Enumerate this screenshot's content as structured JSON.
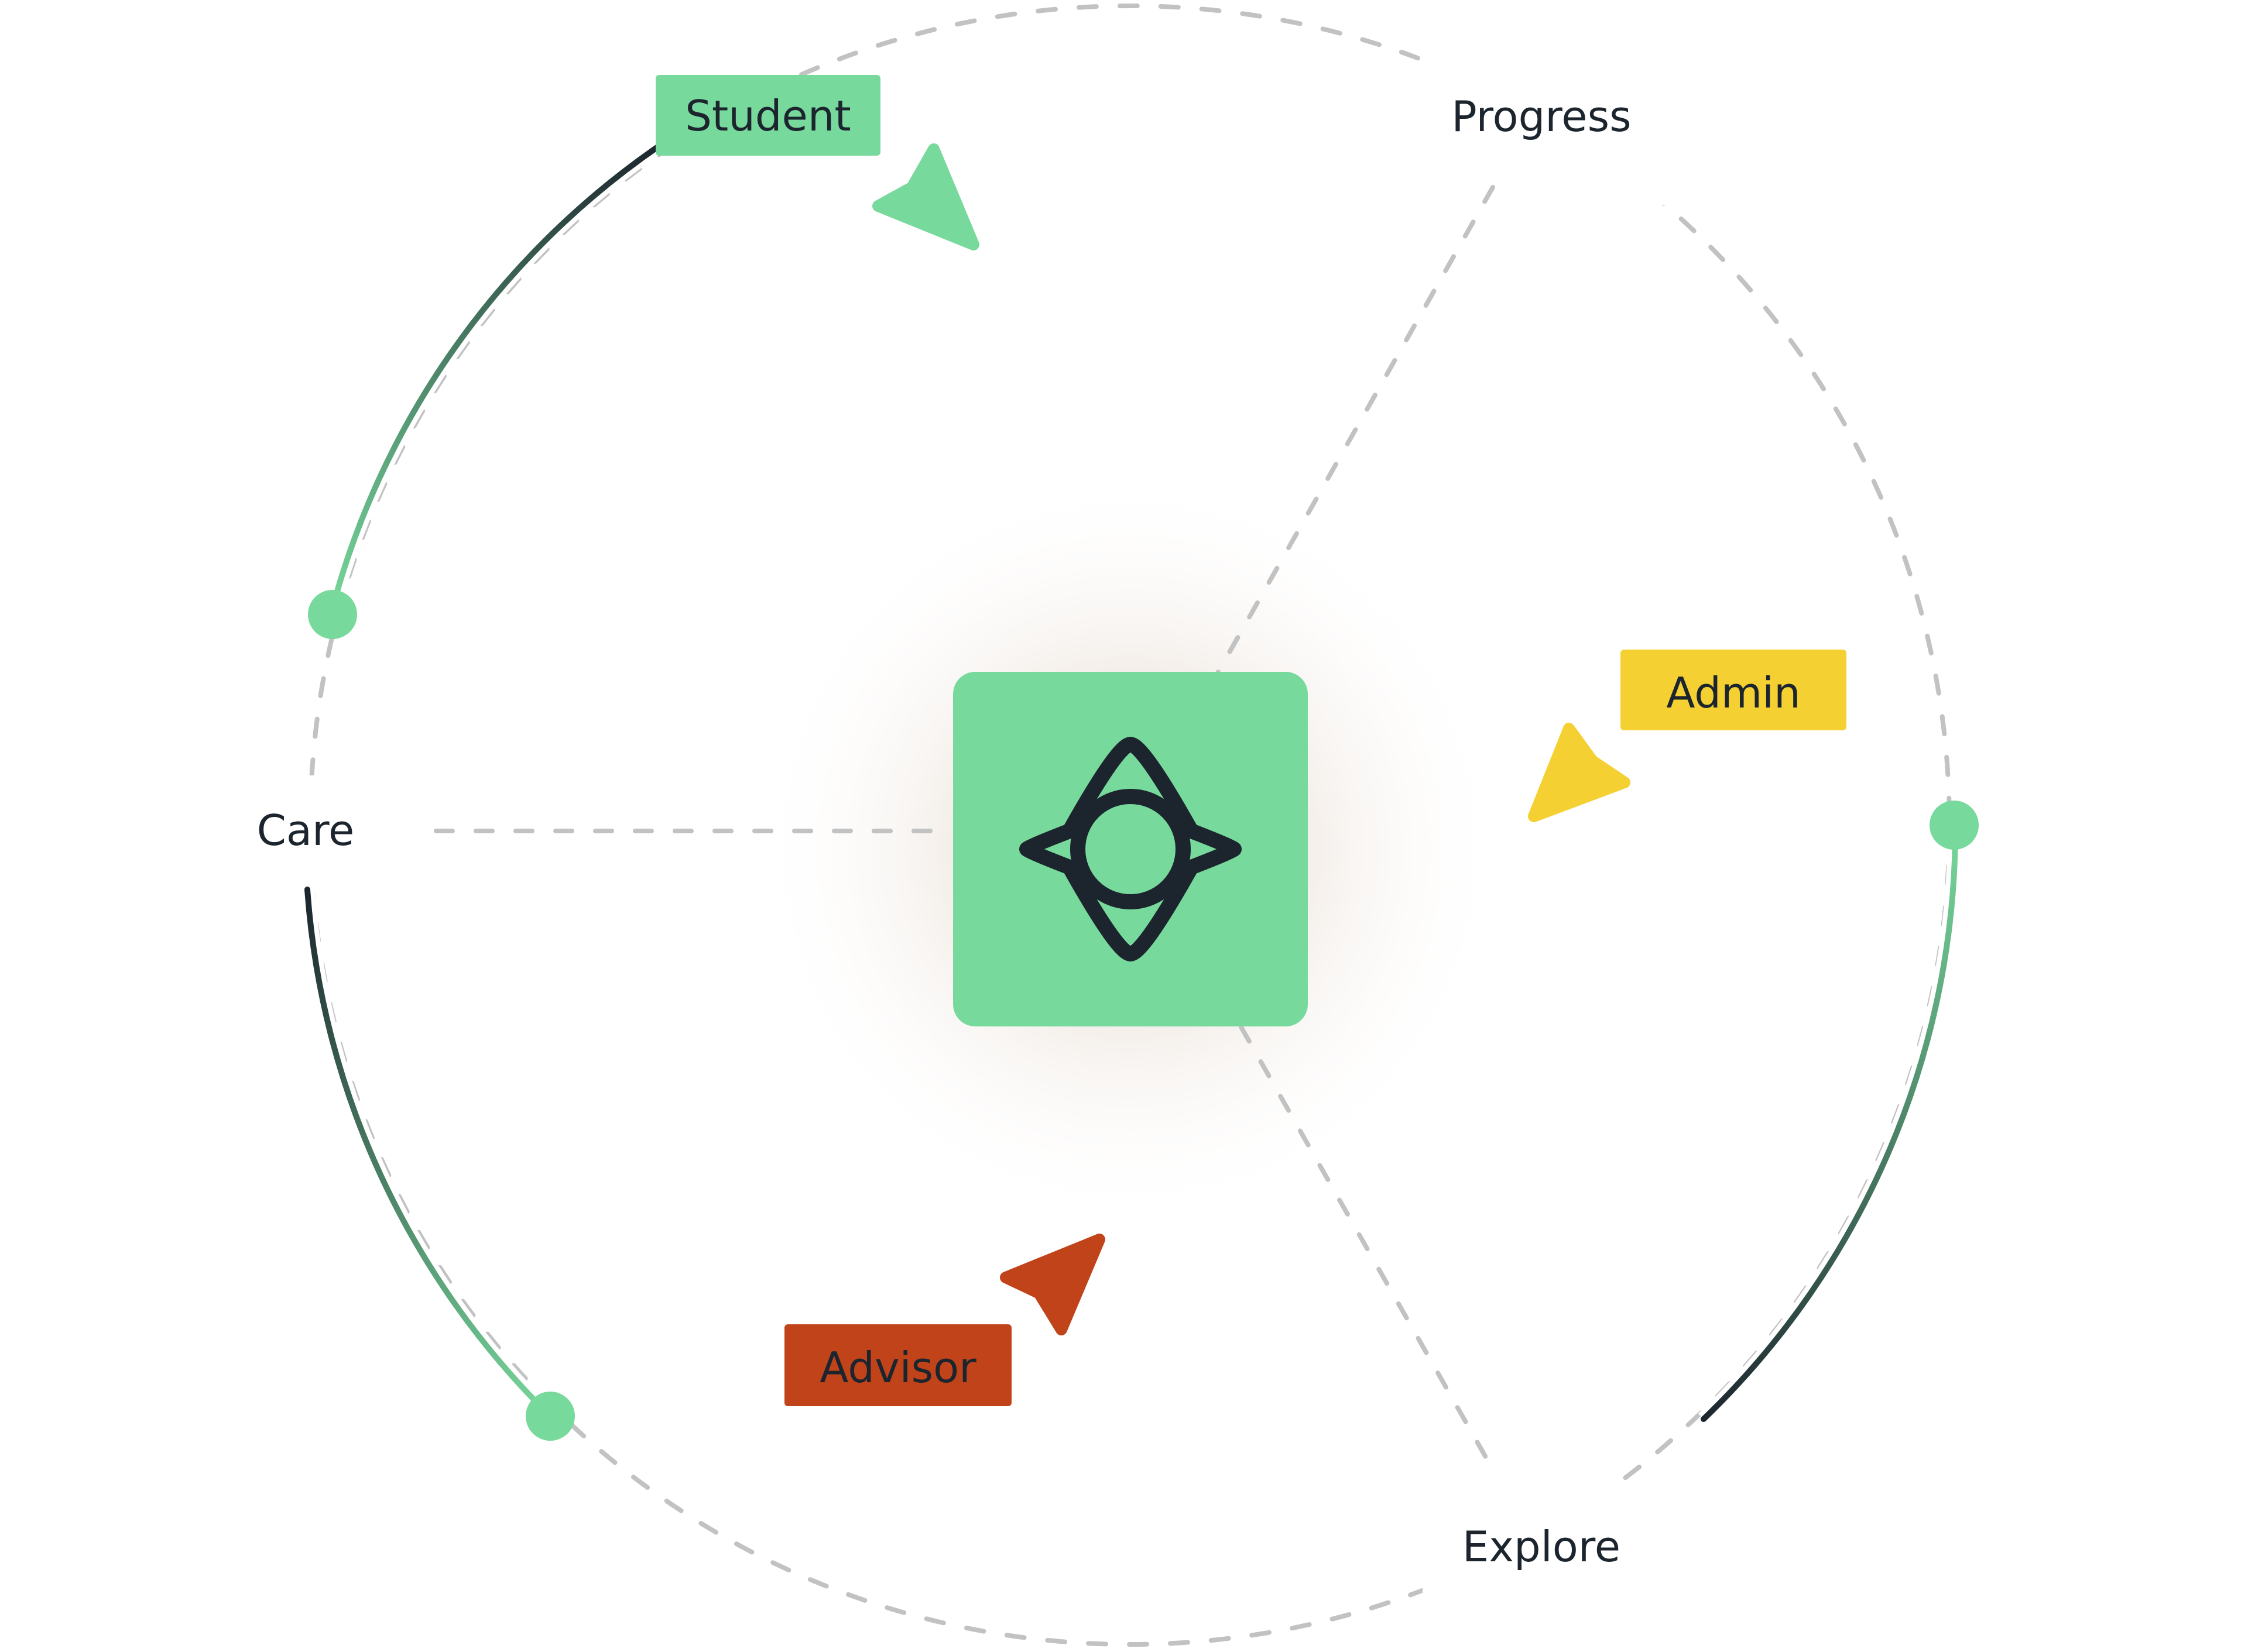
{
  "diagram": {
    "center_tile": {
      "icon": "four-point-star-ring-icon"
    },
    "segments": [
      {
        "label": "Progress"
      },
      {
        "label": "Care"
      },
      {
        "label": "Explore"
      }
    ],
    "roles": [
      {
        "label": "Student",
        "color": "#78D99C",
        "pointer": "arrow-pointer-icon"
      },
      {
        "label": "Admin",
        "color": "#F5D033",
        "pointer": "arrow-pointer-icon"
      },
      {
        "label": "Advisor",
        "color": "#C1431A",
        "pointer": "arrow-pointer-icon"
      }
    ],
    "colors": {
      "green": "#78D99C",
      "dark": "#1C252E",
      "dashed": "#C2C2C2",
      "text": "#1C252E"
    }
  }
}
